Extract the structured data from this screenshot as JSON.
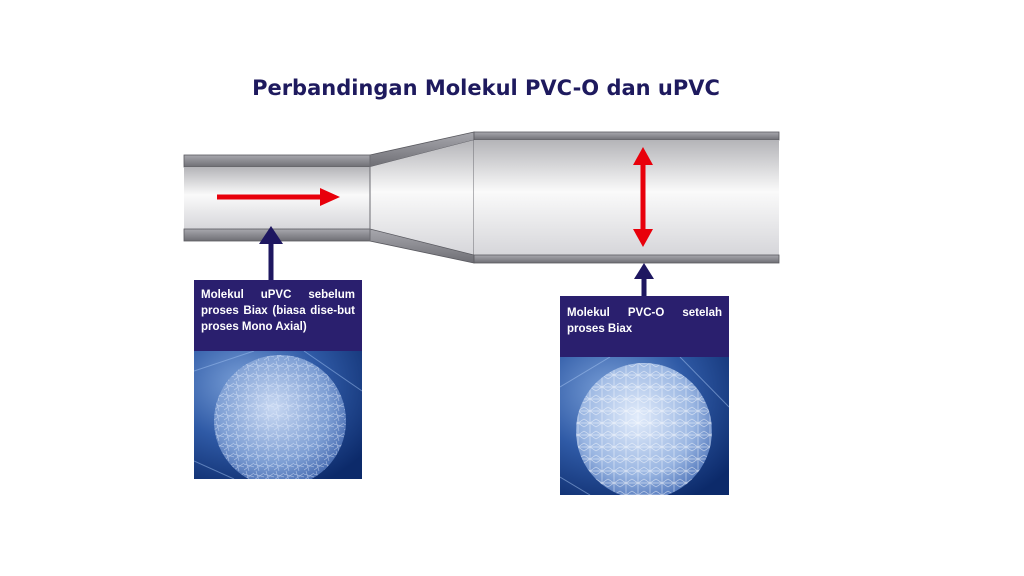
{
  "title": "Perbandingan Molekul PVC-O dan uPVC",
  "labels": {
    "upvc": "Molekul uPVC sebelum proses Biax (biasa dise-but proses Mono Axial)",
    "pvco": "Molekul PVC-O setelah proses Biax"
  },
  "images": {
    "upvc": "uPVC molecular structure micrograph",
    "pvco": "PVC-O molecular structure micrograph"
  },
  "colors": {
    "title": "#1e1a5e",
    "card_bg": "#2a1f6e",
    "pointer_arrow": "#1e1760",
    "molecule_arrow": "#e8000b",
    "pipe_wall": "#8e8e94"
  }
}
